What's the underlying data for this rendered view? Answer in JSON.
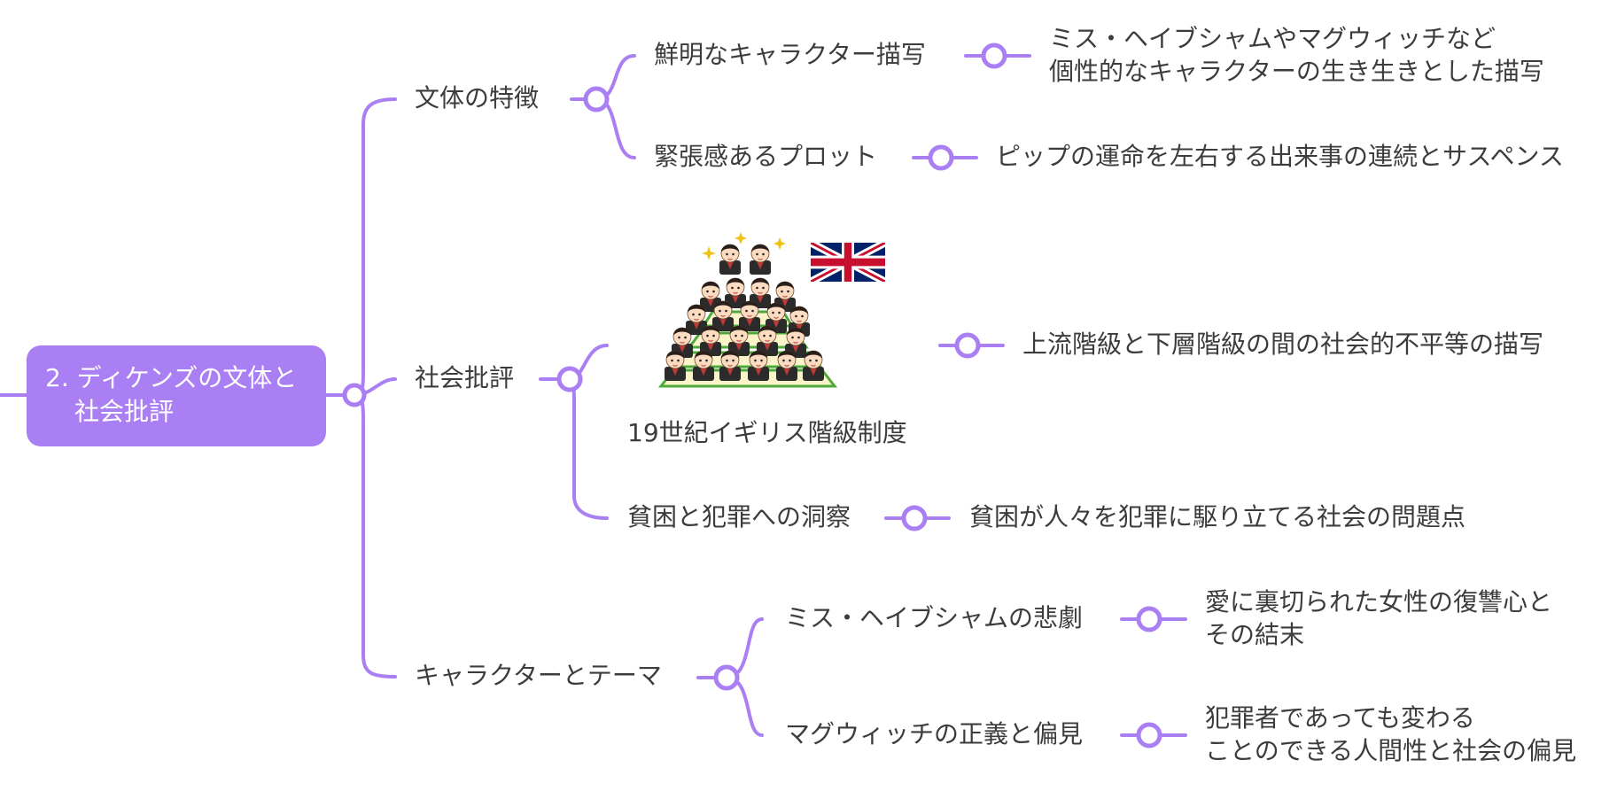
{
  "theme": {
    "accent": "#a97ff3",
    "text": "#3c3c3c",
    "root_text": "#ffffff"
  },
  "root": {
    "line1": "2. ディケンズの文体と",
    "line2": "社会批評"
  },
  "branches": {
    "style": {
      "label": "文体の特徴",
      "children": [
        {
          "label": "鮮明なキャラクター描写",
          "detail": [
            "ミス・ヘイブシャムやマグウィッチなど",
            "個性的なキャラクターの生き生きとした描写"
          ]
        },
        {
          "label": "緊張感あるプロット",
          "detail": [
            "ピップの運命を左右する出来事の連続とサスペンス"
          ]
        }
      ]
    },
    "critique": {
      "label": "社会批評",
      "children": [
        {
          "label": "19世紀イギリス階級制度",
          "image": {
            "illustration": "student-pyramid-illustration",
            "flag": "union-jack-flag-icon"
          },
          "detail": [
            "上流階級と下層階級の間の社会的不平等の描写"
          ]
        },
        {
          "label": "貧困と犯罪への洞察",
          "detail": [
            "貧困が人々を犯罪に駆り立てる社会の問題点"
          ]
        }
      ]
    },
    "characters": {
      "label": "キャラクターとテーマ",
      "children": [
        {
          "label": "ミス・ヘイブシャムの悲劇",
          "detail": [
            "愛に裏切られた女性の復讐心と",
            "その結末"
          ]
        },
        {
          "label": "マグウィッチの正義と偏見",
          "detail": [
            "犯罪者であっても変わる",
            "ことのできる人間性と社会の偏見"
          ]
        }
      ]
    }
  }
}
